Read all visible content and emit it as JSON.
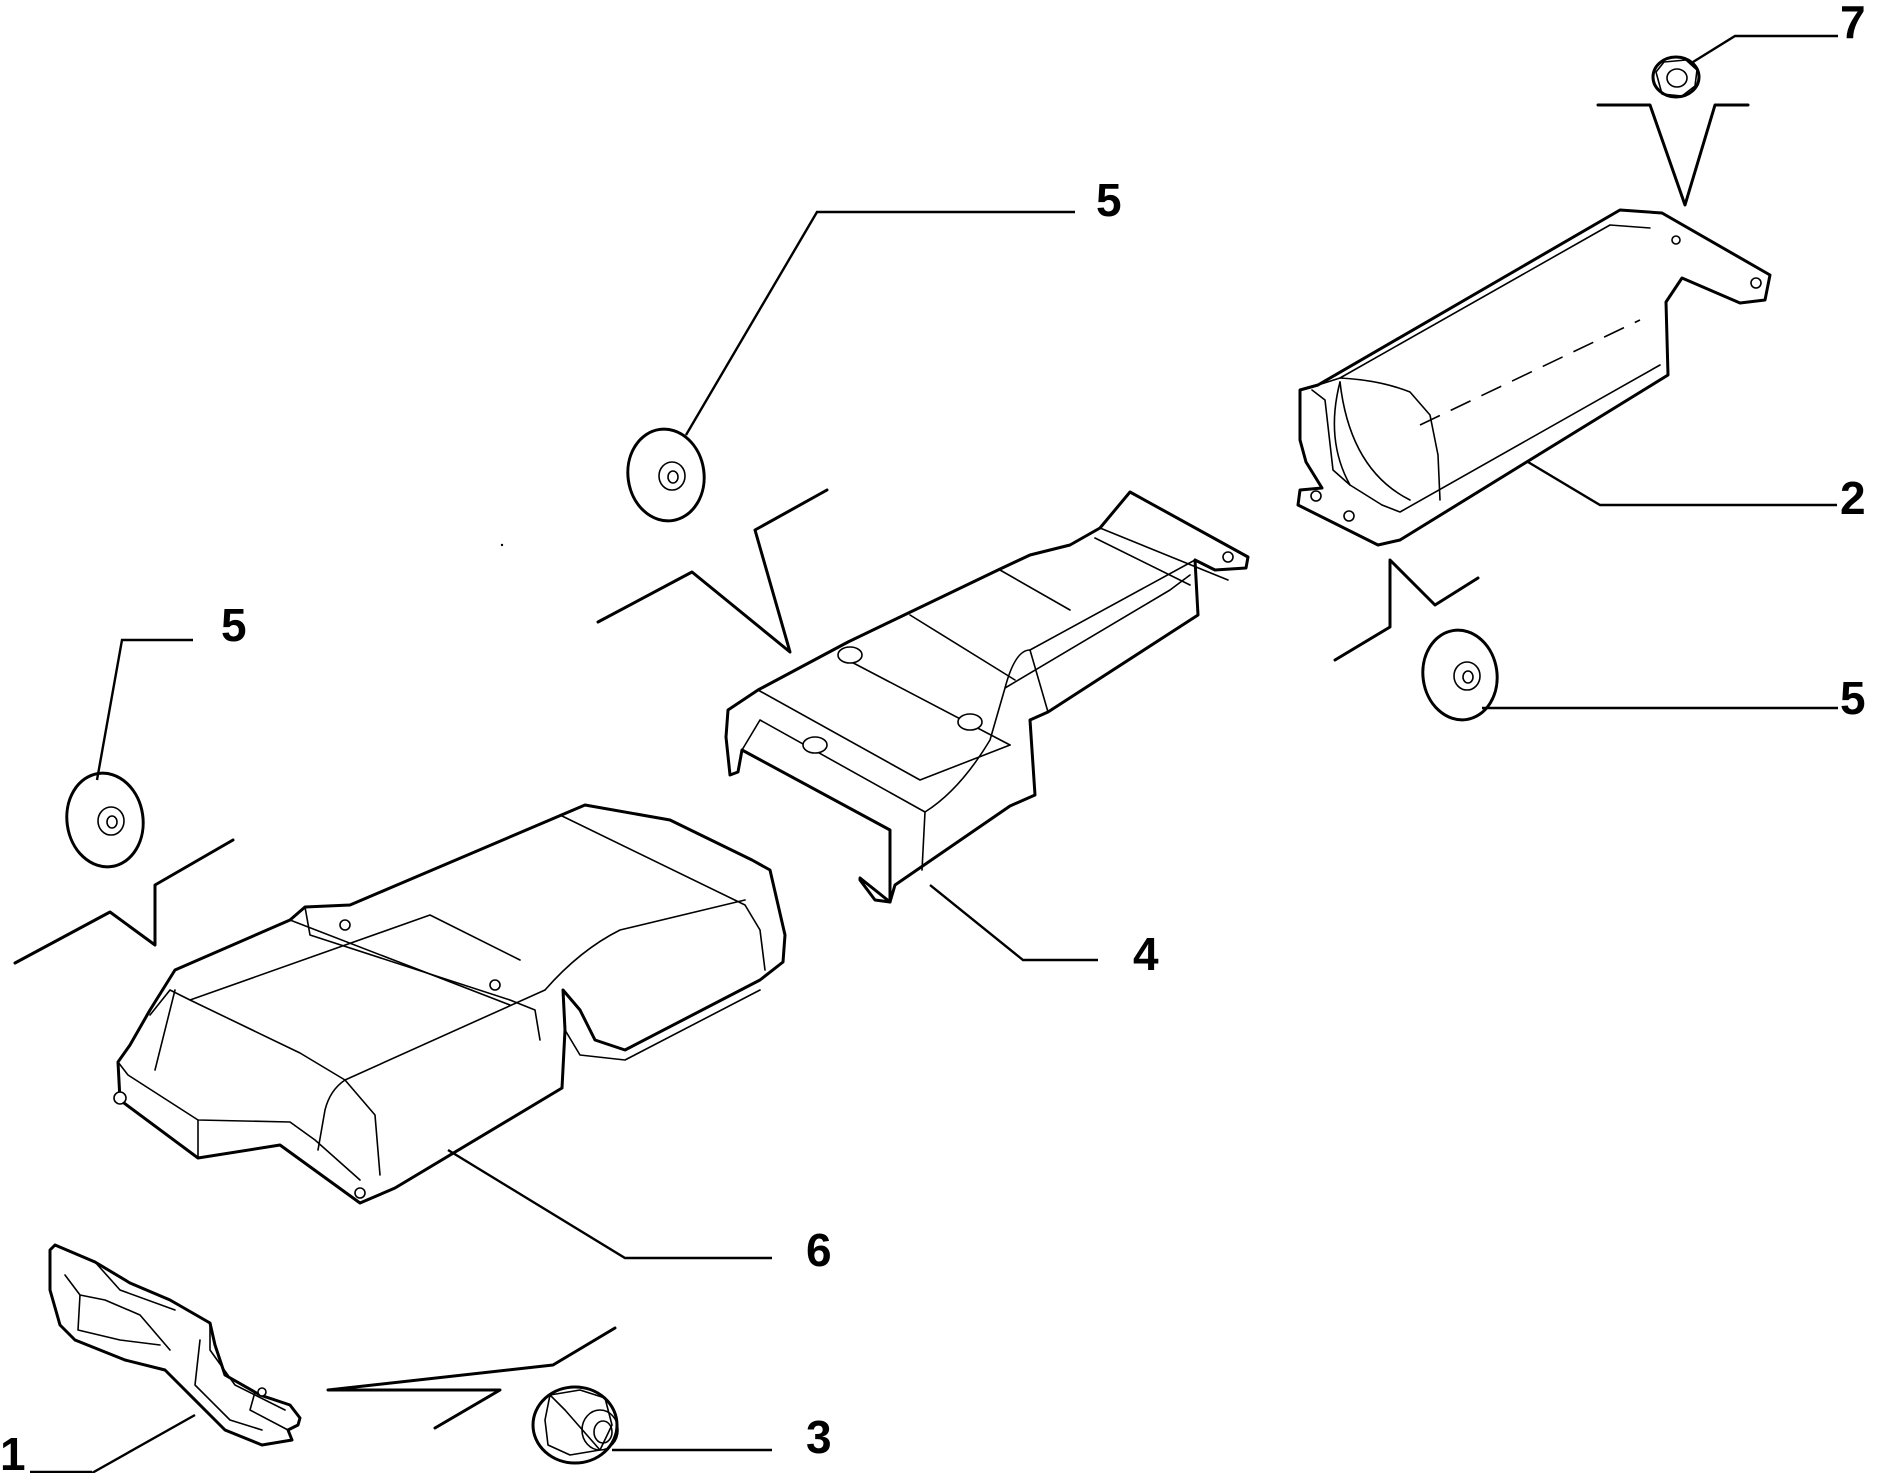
{
  "callouts": {
    "part_1": "1",
    "part_2": "2",
    "part_3": "3",
    "part_4": "4",
    "part_5_top": "5",
    "part_5_left": "5",
    "part_5_right": "5",
    "part_6": "6",
    "part_7": "7"
  }
}
